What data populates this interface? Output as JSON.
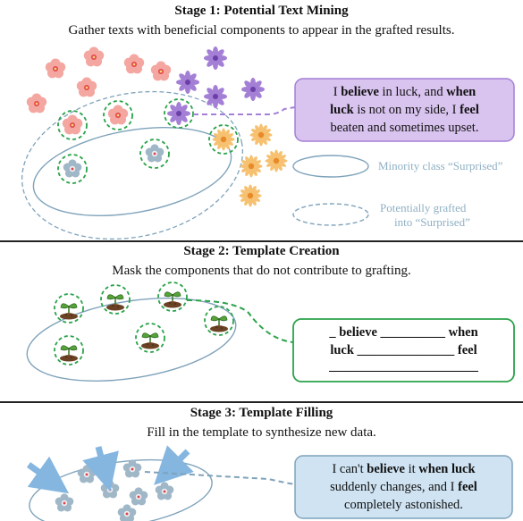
{
  "stage1": {
    "title": "Stage 1: Potential Text Mining",
    "subtitle": "Gather texts with beneficial components to appear in the grafted results.",
    "box": [
      {
        "t": "I ",
        "b": false
      },
      {
        "t": "believe",
        "b": true
      },
      {
        "t": " in luck, and ",
        "b": false
      },
      {
        "t": "when",
        "b": true
      },
      {
        "br": true
      },
      {
        "t": "luck",
        "b": true
      },
      {
        "t": " is not on my side, I ",
        "b": false
      },
      {
        "t": "feel",
        "b": true
      },
      {
        "br": true
      },
      {
        "t": "beaten and sometimes upset.",
        "b": false
      }
    ],
    "legend_minority": "Minority class “Surprised”",
    "legend_grafted_line1": "Potentially grafted",
    "legend_grafted_line2": "into “Surprised”"
  },
  "stage2": {
    "title": "Stage 2: Template Creation",
    "subtitle": "Mask the components that do not contribute to grafting.",
    "template_line1": "_ believe __________ when",
    "template_line2": "luck _______________ feel",
    "template_line3": "_______________________"
  },
  "stage3": {
    "title": "Stage 3: Template Filling",
    "subtitle": "Fill in the template to synthesize new data.",
    "box": [
      {
        "t": "I can't ",
        "b": false
      },
      {
        "t": "believe",
        "b": true
      },
      {
        "t": " it ",
        "b": false
      },
      {
        "t": "when luck",
        "b": true
      },
      {
        "br": true
      },
      {
        "t": "suddenly changes, and I ",
        "b": false
      },
      {
        "t": "feel",
        "b": true
      },
      {
        "br": true
      },
      {
        "t": "completely astonished.",
        "b": false
      }
    ]
  },
  "colors": {
    "pink_flower": "#f4a6a0",
    "purple_flower": "#a47fd6",
    "yellow_flower": "#f6c170",
    "blue_flower": "#9fb7c7",
    "green_dash": "#2aa34a",
    "ellipse": "#7fa3bb",
    "purple_box_fill": "#d9c3ef",
    "purple_box_stroke": "#a47fd6",
    "green_box_stroke": "#2aa34a",
    "blue_box_fill": "#cfe3f2",
    "blue_box_stroke": "#7fa3bb",
    "arrow": "#84b6e0"
  }
}
